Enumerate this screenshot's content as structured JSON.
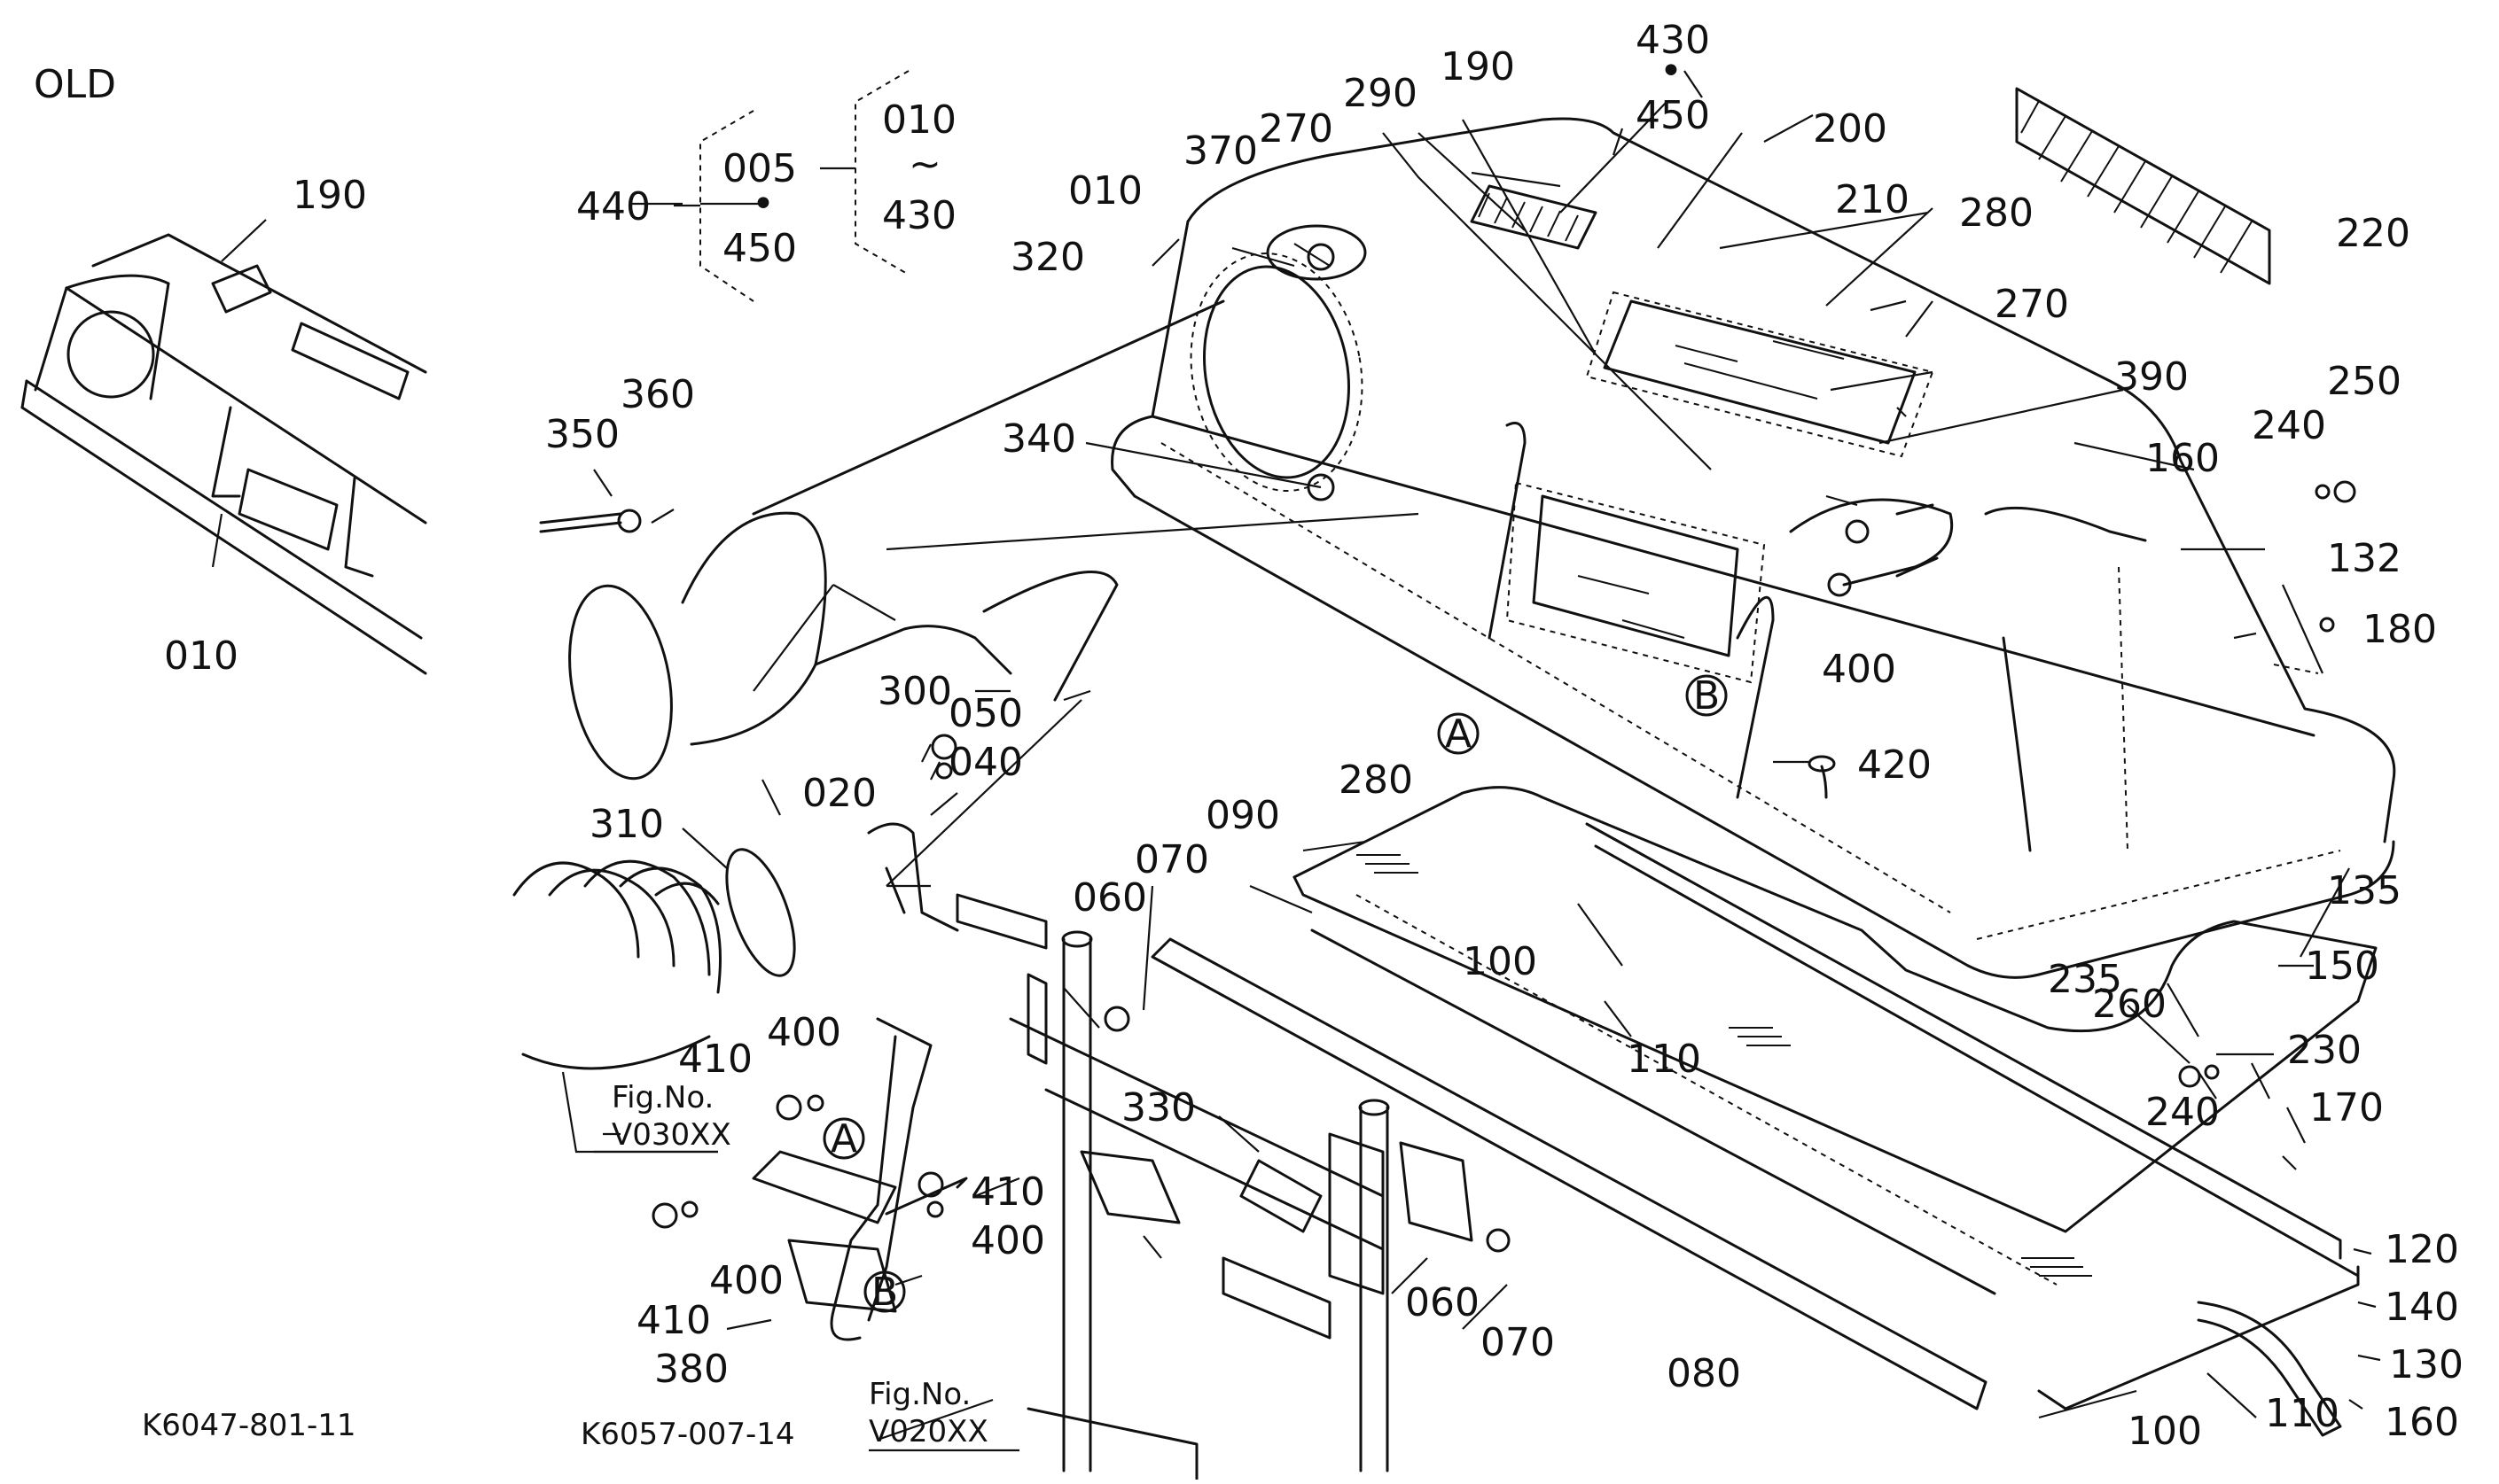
{
  "variant_tag": "OLD",
  "drawing_ids": {
    "left": "K6047-801-11",
    "right": "K6057-007-14"
  },
  "part_numbers": {
    "p005": "005",
    "p010": "010",
    "p010b": "010",
    "p010c": "010",
    "p020": "020",
    "p040": "040",
    "p050": "050",
    "p060": "060",
    "p060b": "060",
    "p070": "070",
    "p070b": "070",
    "p080": "080",
    "p090": "090",
    "p100": "100",
    "p100b": "100",
    "p110": "110",
    "p110b": "110",
    "p120": "120",
    "p130": "130",
    "p132": "132",
    "p135": "135",
    "p140": "140",
    "p150": "150",
    "p160": "160",
    "p160b": "160",
    "p170": "170",
    "p180": "180",
    "p190": "190",
    "p190b": "190",
    "p200": "200",
    "p210": "210",
    "p220": "220",
    "p230": "230",
    "p235": "235",
    "p240": "240",
    "p240b": "240",
    "p250": "250",
    "p260": "260",
    "p270": "270",
    "p270b": "270",
    "p280": "280",
    "p280b": "280",
    "p290": "290",
    "p300": "300",
    "p310": "310",
    "p320": "320",
    "p330": "330",
    "p340": "340",
    "p350": "350",
    "p360": "360",
    "p370": "370",
    "p380": "380",
    "p390": "390",
    "p400": "400",
    "p400b": "400",
    "p400c": "400",
    "p400d": "400",
    "p410": "410",
    "p410b": "410",
    "p410c": "410",
    "p420": "420",
    "p430": "430",
    "p430b": "430",
    "p440": "440",
    "p450": "450",
    "p450b": "450"
  },
  "set_legend": {
    "tilde": "~",
    "dot": "•"
  },
  "callouts": {
    "a1": "A",
    "a2": "A",
    "b1": "B",
    "b2": "B"
  },
  "figure_refs": {
    "ref1": "Fig.No.",
    "ref1_code": "V030XX",
    "ref2": "Fig.No.",
    "ref2_code": "V020XX"
  }
}
